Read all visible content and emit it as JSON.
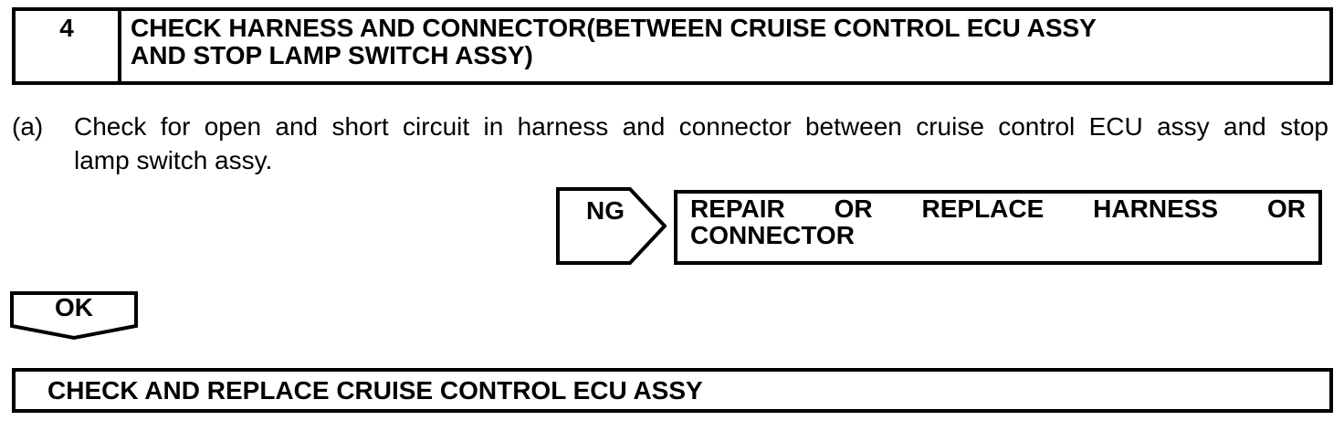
{
  "colors": {
    "background": "#ffffff",
    "ink": "#000000"
  },
  "step_header": {
    "number": "4",
    "title_lines": [
      "CHECK HARNESS AND CONNECTOR(BETWEEN CRUISE CONTROL ECU ASSY",
      "AND STOP LAMP SWITCH ASSY)"
    ]
  },
  "instruction": {
    "marker": "(a)",
    "lines": [
      "Check for open and short circuit in harness and connector between cruise control ECU assy and stop",
      "lamp switch assy."
    ]
  },
  "ng_branch": {
    "label": "NG",
    "result_lines": [
      "REPAIR OR REPLACE HARNESS OR",
      "CONNECTOR"
    ]
  },
  "ok_branch": {
    "label": "OK"
  },
  "conclusion": {
    "text": "CHECK AND REPLACE CRUISE CONTROL ECU ASSY"
  }
}
